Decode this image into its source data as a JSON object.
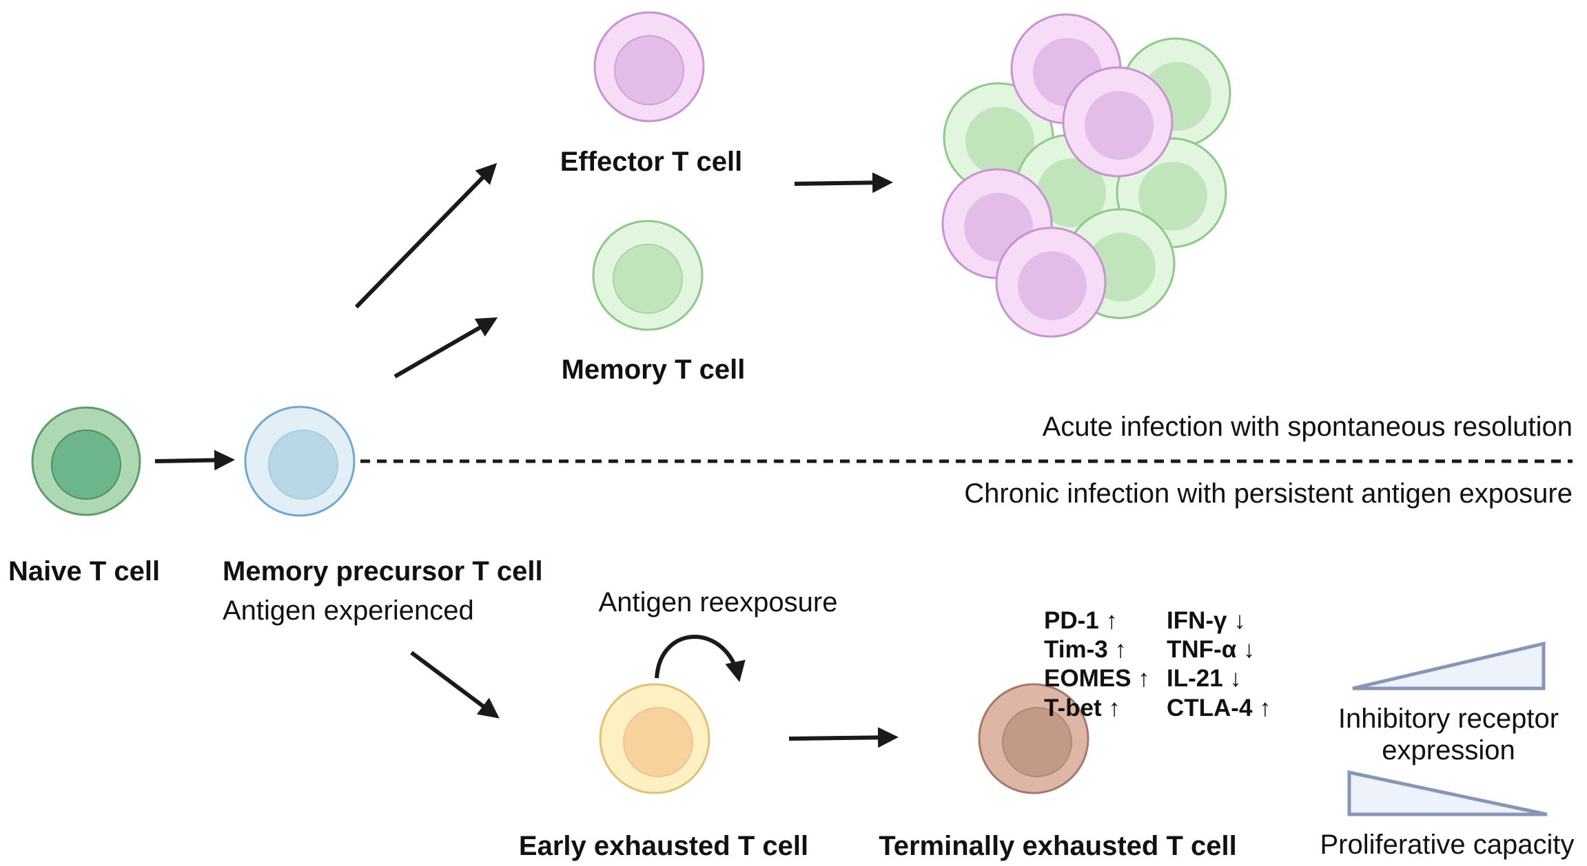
{
  "labels": {
    "effector": "Effector T cell",
    "memory": "Memory T cell",
    "naive": "Naive T cell",
    "memory_precursor": "Memory precursor T cell",
    "antigen_experienced": "Antigen experienced",
    "antigen_reexposure": "Antigen reexposure",
    "early_exhausted": "Early exhausted T cell",
    "terminal_exhausted": "Terminally exhausted T cell",
    "acute": "Acute infection with spontaneous resolution",
    "chronic": "Chronic infection with persistent antigen exposure",
    "inhibitory_line1": "Inhibitory receptor",
    "inhibitory_line2": "expression",
    "proliferative": "Proliferative capacity"
  },
  "markers": {
    "left": [
      "PD-1 ↑",
      "Tim-3 ↑",
      "EOMES ↑",
      "T-bet ↑"
    ],
    "right": [
      "IFN-γ ↓",
      "TNF-α ↓",
      "IL-21 ↓",
      "CTLA-4 ↑"
    ]
  },
  "colors": {
    "naive": "#6db58a",
    "memory_precursor": "#b9d8e6",
    "effector": "#e9bfe9",
    "memory": "#c4e6c0",
    "early_exhausted": "#f8d29c",
    "terminal_exhausted": "#c39a88",
    "wedge_fill": "#eef3fb",
    "wedge_stroke": "#8696b8"
  }
}
